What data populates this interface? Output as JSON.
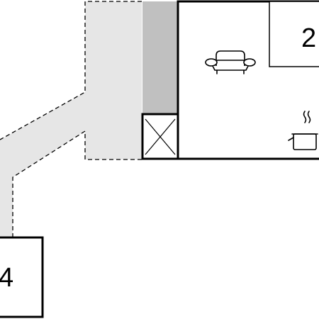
{
  "floorplan": {
    "rooms": [
      {
        "id": "room-2",
        "number": "2"
      },
      {
        "id": "room-4",
        "number": "4"
      }
    ],
    "icons": [
      "sofa-icon",
      "cooking-pot-icon",
      "stairwell-icon"
    ],
    "colors": {
      "background": "#ffffff",
      "wall": "#000000",
      "terrace": "#e6e6e6",
      "balcony": "#c0c0c0",
      "dashed_outline": "#000000"
    }
  }
}
